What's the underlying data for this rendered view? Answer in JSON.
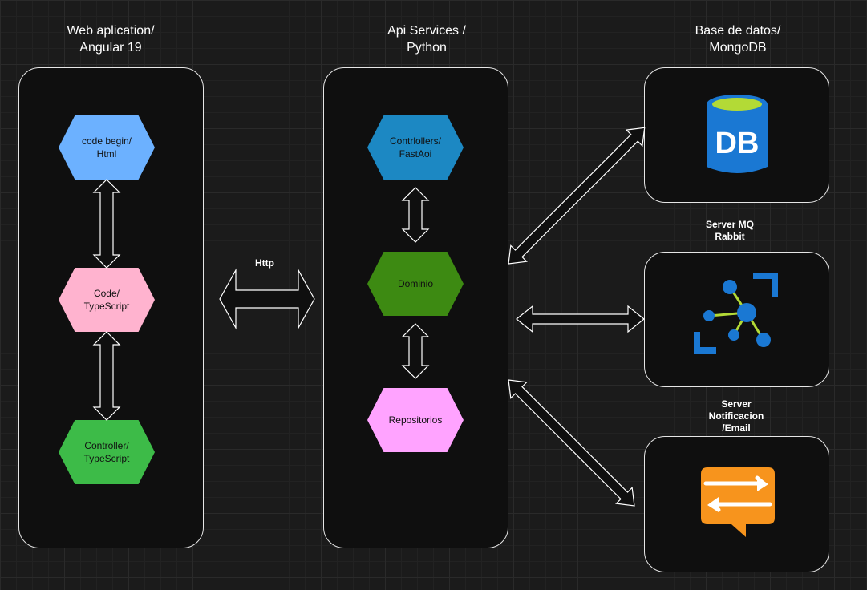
{
  "sections": {
    "web": {
      "title": "Web  aplication/\nAngular 19"
    },
    "api": {
      "title": "Api Services /\nPython"
    },
    "db": {
      "title": "Base de datos/\nMongoDB"
    }
  },
  "nodes": {
    "code_begin": {
      "label": "code begin/\nHtml",
      "color": "#6cb1ff"
    },
    "code_ts": {
      "label": "Code/\nTypeScript",
      "color": "#ffb3cf"
    },
    "controller_ts": {
      "label": "Controller/\nTypeScript",
      "color": "#3dbb48"
    },
    "controllers_api": {
      "label": "Contrlollers/\nFastAoi",
      "color": "#1c88c3"
    },
    "dominio": {
      "label": "Dominio",
      "color": "#3d8a12"
    },
    "repositorios": {
      "label": "Repositorios",
      "color": "#ffa3ff"
    }
  },
  "labels": {
    "http": "Http",
    "server_mq": "Server MQ\nRabbit",
    "server_notif": "Server\nNotificacion\n/Email",
    "db_icon_text": "DB"
  },
  "colors": {
    "db_blue": "#1a78d3",
    "db_top": "#b3da36",
    "mq_blue": "#1a78d3",
    "mq_green": "#b3da36",
    "notif_orange": "#f7941d"
  }
}
